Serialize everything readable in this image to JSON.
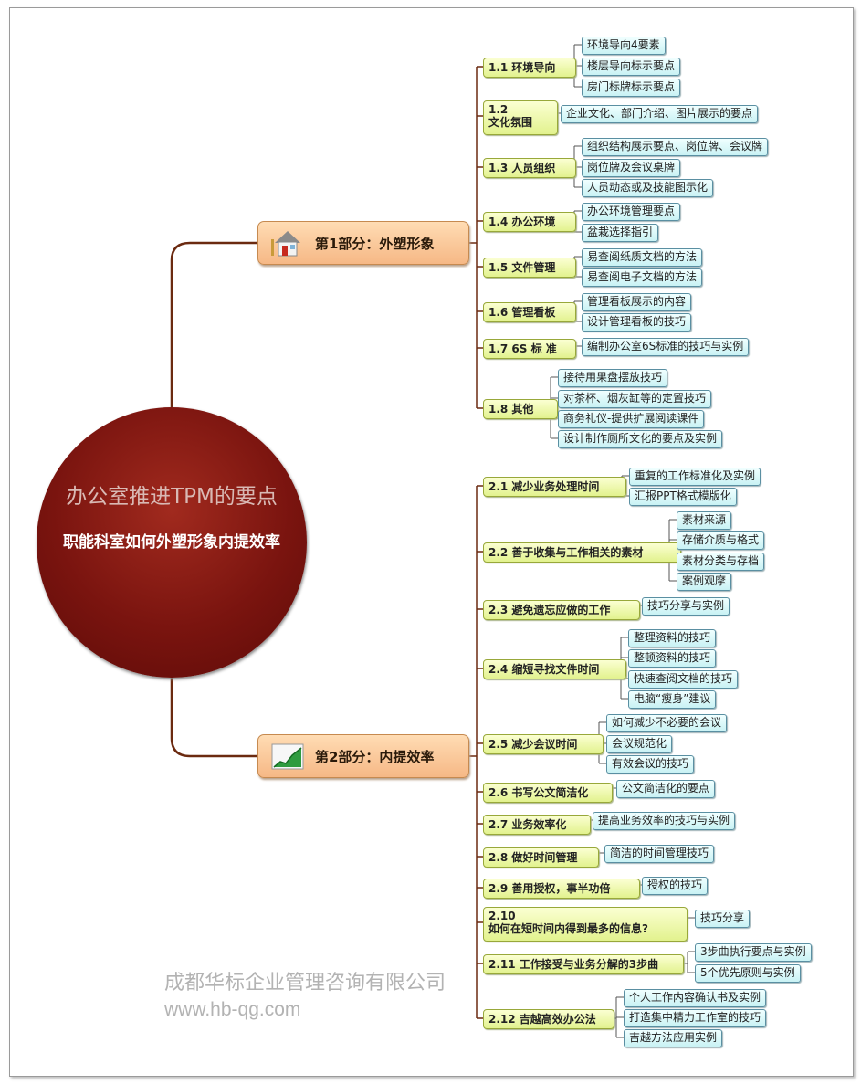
{
  "root": {
    "title": "办公室推进TPM的要点",
    "subtitle": "职能科室如何外塑形象内提效率"
  },
  "parts": [
    {
      "label": "第1部分：外塑形象",
      "icon": "house-icon",
      "sections": [
        {
          "label": "1.1 环境导向",
          "leaves": [
            "环境导向4要素",
            "楼层导向标示要点",
            "房门标牌标示要点"
          ]
        },
        {
          "label": "1.2 文化氛围",
          "line1": "1.2",
          "line2": "文化氛围",
          "leaves": [
            "企业文化、部门介绍、图片展示的要点"
          ]
        },
        {
          "label": "1.3 人员组织",
          "leaves": [
            "组织结构展示要点、岗位牌、会议牌",
            "岗位牌及会议桌牌",
            "人员动态或及技能图示化"
          ]
        },
        {
          "label": "1.4 办公环境",
          "leaves": [
            "办公环境管理要点",
            "盆栽选择指引"
          ]
        },
        {
          "label": "1.5 文件管理",
          "leaves": [
            "易查阅纸质文档的方法",
            "易查阅电子文档的方法"
          ]
        },
        {
          "label": "1.6 管理看板",
          "leaves": [
            "管理看板展示的内容",
            "设计管理看板的技巧"
          ]
        },
        {
          "label": "1.7 6S 标 准",
          "leaves": [
            "编制办公室6S标准的技巧与实例"
          ]
        },
        {
          "label": "1.8 其他",
          "leaves": [
            "接待用果盘摆放技巧",
            "对茶杯、烟灰缸等的定置技巧",
            "商务礼仪-提供扩展阅读课件",
            "设计制作厕所文化的要点及实例"
          ]
        }
      ]
    },
    {
      "label": "第2部分：内提效率",
      "icon": "rising-chart-icon",
      "sections": [
        {
          "label": "2.1 减少业务处理时间",
          "leaves": [
            "重复的工作标准化及实例",
            "汇报PPT格式模版化"
          ]
        },
        {
          "label": "2.2 善于收集与工作相关的素材",
          "leaves": [
            "素材来源",
            "存储介质与格式",
            "素材分类与存档",
            "案例观摩"
          ]
        },
        {
          "label": "2.3 避免遗忘应做的工作",
          "leaves": [
            "技巧分享与实例"
          ]
        },
        {
          "label": "2.4 缩短寻找文件时间",
          "leaves": [
            "整理资料的技巧",
            "整顿资料的技巧",
            "快速查阅文档的技巧",
            "电脑“瘦身”建议"
          ]
        },
        {
          "label": "2.5 减少会议时间",
          "leaves": [
            "如何减少不必要的会议",
            "会议规范化",
            "有效会议的技巧"
          ]
        },
        {
          "label": "2.6 书写公文简洁化",
          "leaves": [
            "公文简洁化的要点"
          ]
        },
        {
          "label": "2.7 业务效率化",
          "leaves": [
            "提高业务效率的技巧与实例"
          ]
        },
        {
          "label": "2.8 做好时间管理",
          "leaves": [
            "简洁的时间管理技巧"
          ]
        },
        {
          "label": "2.9 善用授权，事半功倍",
          "leaves": [
            "授权的技巧"
          ]
        },
        {
          "label": "2.10 如何在短时间内得到最多的信息?",
          "line1": "2.10",
          "line2": "如何在短时间内得到最多的信息?",
          "leaves": [
            "技巧分享"
          ]
        },
        {
          "label": "2.11 工作接受与业务分解的3步曲",
          "leaves": [
            "3步曲执行要点与实例",
            "5个优先原则与实例"
          ]
        },
        {
          "label": "2.12 吉越高效办公法",
          "leaves": [
            "个人工作内容确认书及实例",
            "打造集中精力工作室的技巧",
            "吉越方法应用实例"
          ]
        }
      ]
    }
  ],
  "watermark": {
    "company": "成都华标企业管理咨询有限公司",
    "url": "www.hb-qg.com"
  },
  "colors": {
    "root": "#7a140f",
    "wire": "#6b2a10",
    "part": "#f6b886",
    "section": "#e2f28e",
    "leaf": "#c9f2f4"
  }
}
